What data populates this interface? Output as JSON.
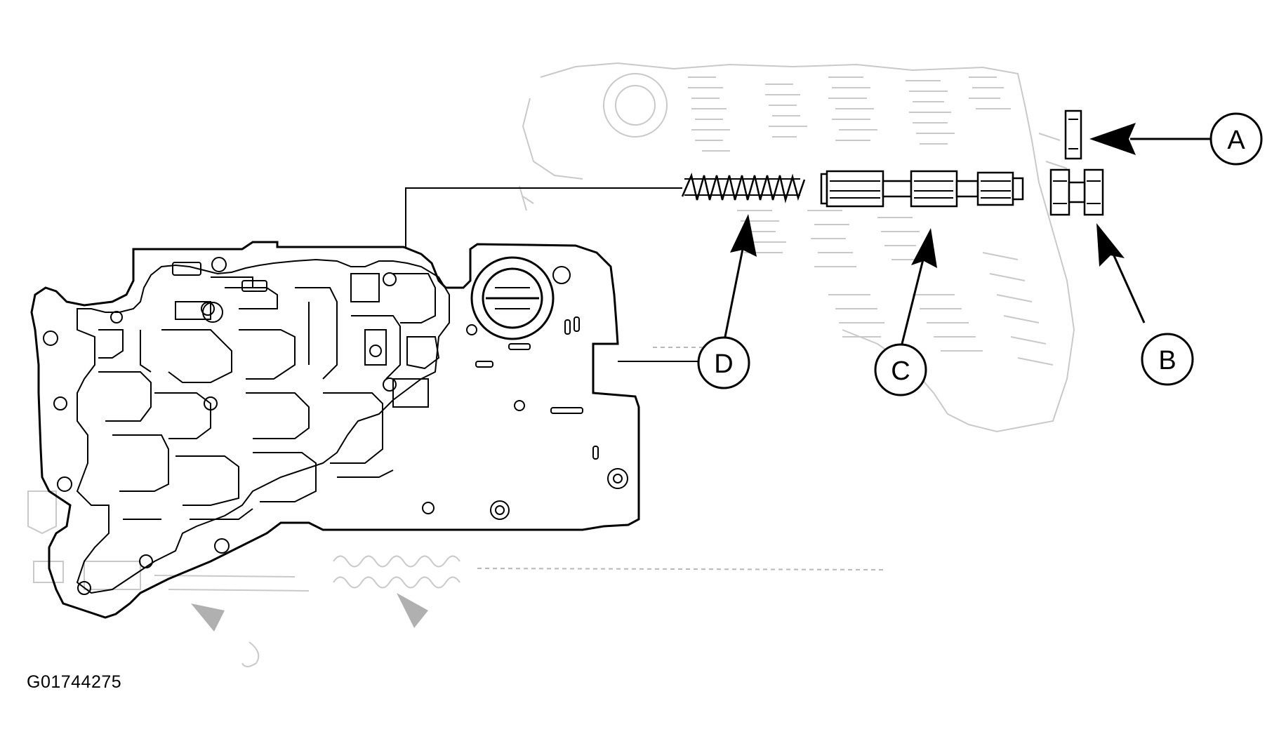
{
  "figure": {
    "callouts": [
      {
        "id": "A",
        "label": "A"
      },
      {
        "id": "B",
        "label": "B"
      },
      {
        "id": "C",
        "label": "C"
      },
      {
        "id": "D",
        "label": "D"
      }
    ],
    "figure_id": "G01744275"
  }
}
